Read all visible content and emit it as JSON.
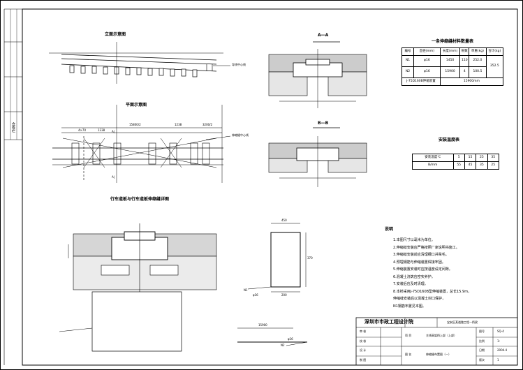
{
  "sidebar": {
    "label": "会签栏"
  },
  "views": {
    "elevation_title": "立面示意图",
    "plan_title": "平面示意图",
    "section_aa_title": "A—A",
    "section_bb_title": "B—B",
    "detail_title": "行车道板与行车道板伸缩缝详图",
    "note_line_label": "导线中心线",
    "note_joint_label": "伸缩缝中心线",
    "plan_dim_total": "15800/2",
    "plan_dim_a": "4×70",
    "plan_dim_b": "1238",
    "plan_dim_c": "3200/2",
    "plan_dim_d": "1238",
    "rebar_dim_top": "450",
    "rebar_dim_side": "370",
    "rebar_dim_bottom": "200",
    "rebar_label_n1": "N1",
    "rebar_label_n1b": "φ16",
    "rebar_label_n2": "N2",
    "long_bar_dim": "15900",
    "long_bar_label": "φ16",
    "section_label_a1": "A|",
    "section_label_a2": "A|"
  },
  "material_table": {
    "title": "一条伸缩缝材料数量表",
    "headers": [
      "编号",
      "直径(mm)",
      "长度(mm)",
      "根数",
      "单重(kg)",
      "合计(kg)"
    ],
    "rows": [
      [
        "N1",
        "φ16",
        "1450",
        "110",
        "252.0",
        "352.5"
      ],
      [
        "N2",
        "φ16",
        "15900",
        "4",
        "100.5",
        ""
      ],
      [
        "J-75D160B伸缩装置",
        "",
        "15900mm",
        "",
        "",
        ""
      ]
    ]
  },
  "install_table": {
    "title": "安装温度表",
    "headers": [
      "安装温度℃",
      "5",
      "15",
      "25",
      "35"
    ],
    "rows": [
      [
        "B/mm",
        "55",
        "45",
        "35",
        "25"
      ]
    ]
  },
  "notes": {
    "title": "说明",
    "items": [
      "1.本图尺寸以毫米为单位。",
      "2.伸缩缝安装应严格按照厂家说明书施工。",
      "3.伸缩缝安装前应清理槽口并凿毛。",
      "4.预埋钢筋与伸缩装置焊接牢固。",
      "5.伸缩装置安装时应按温度设定间隙。",
      "6.混凝土浇筑应密实养护。",
      "7.安装后应及时清理。",
      "8.本桥采用J-75D160B型伸缩装置，总长15.9m，",
      "  伸缩缝安装后以混凝土封口保护，",
      "  N1钢筋布置见本图。"
    ]
  },
  "title_block": {
    "company": "深圳市市政工程设计院",
    "project_name": "宝安区某道路工程—桥梁",
    "item_label": "项 目",
    "item_value": "主线高架桥上部（上部）",
    "drawing_label": "图 名",
    "drawing_value": "伸缩缝布置图（一）",
    "left_cells": [
      "审 核",
      "校 核",
      "设 计",
      "制 图"
    ],
    "right_cells": [
      "图号",
      "比例",
      "日期",
      "版次"
    ],
    "right_values": [
      "SQ-4",
      "1:",
      "2004.4",
      "1"
    ]
  }
}
